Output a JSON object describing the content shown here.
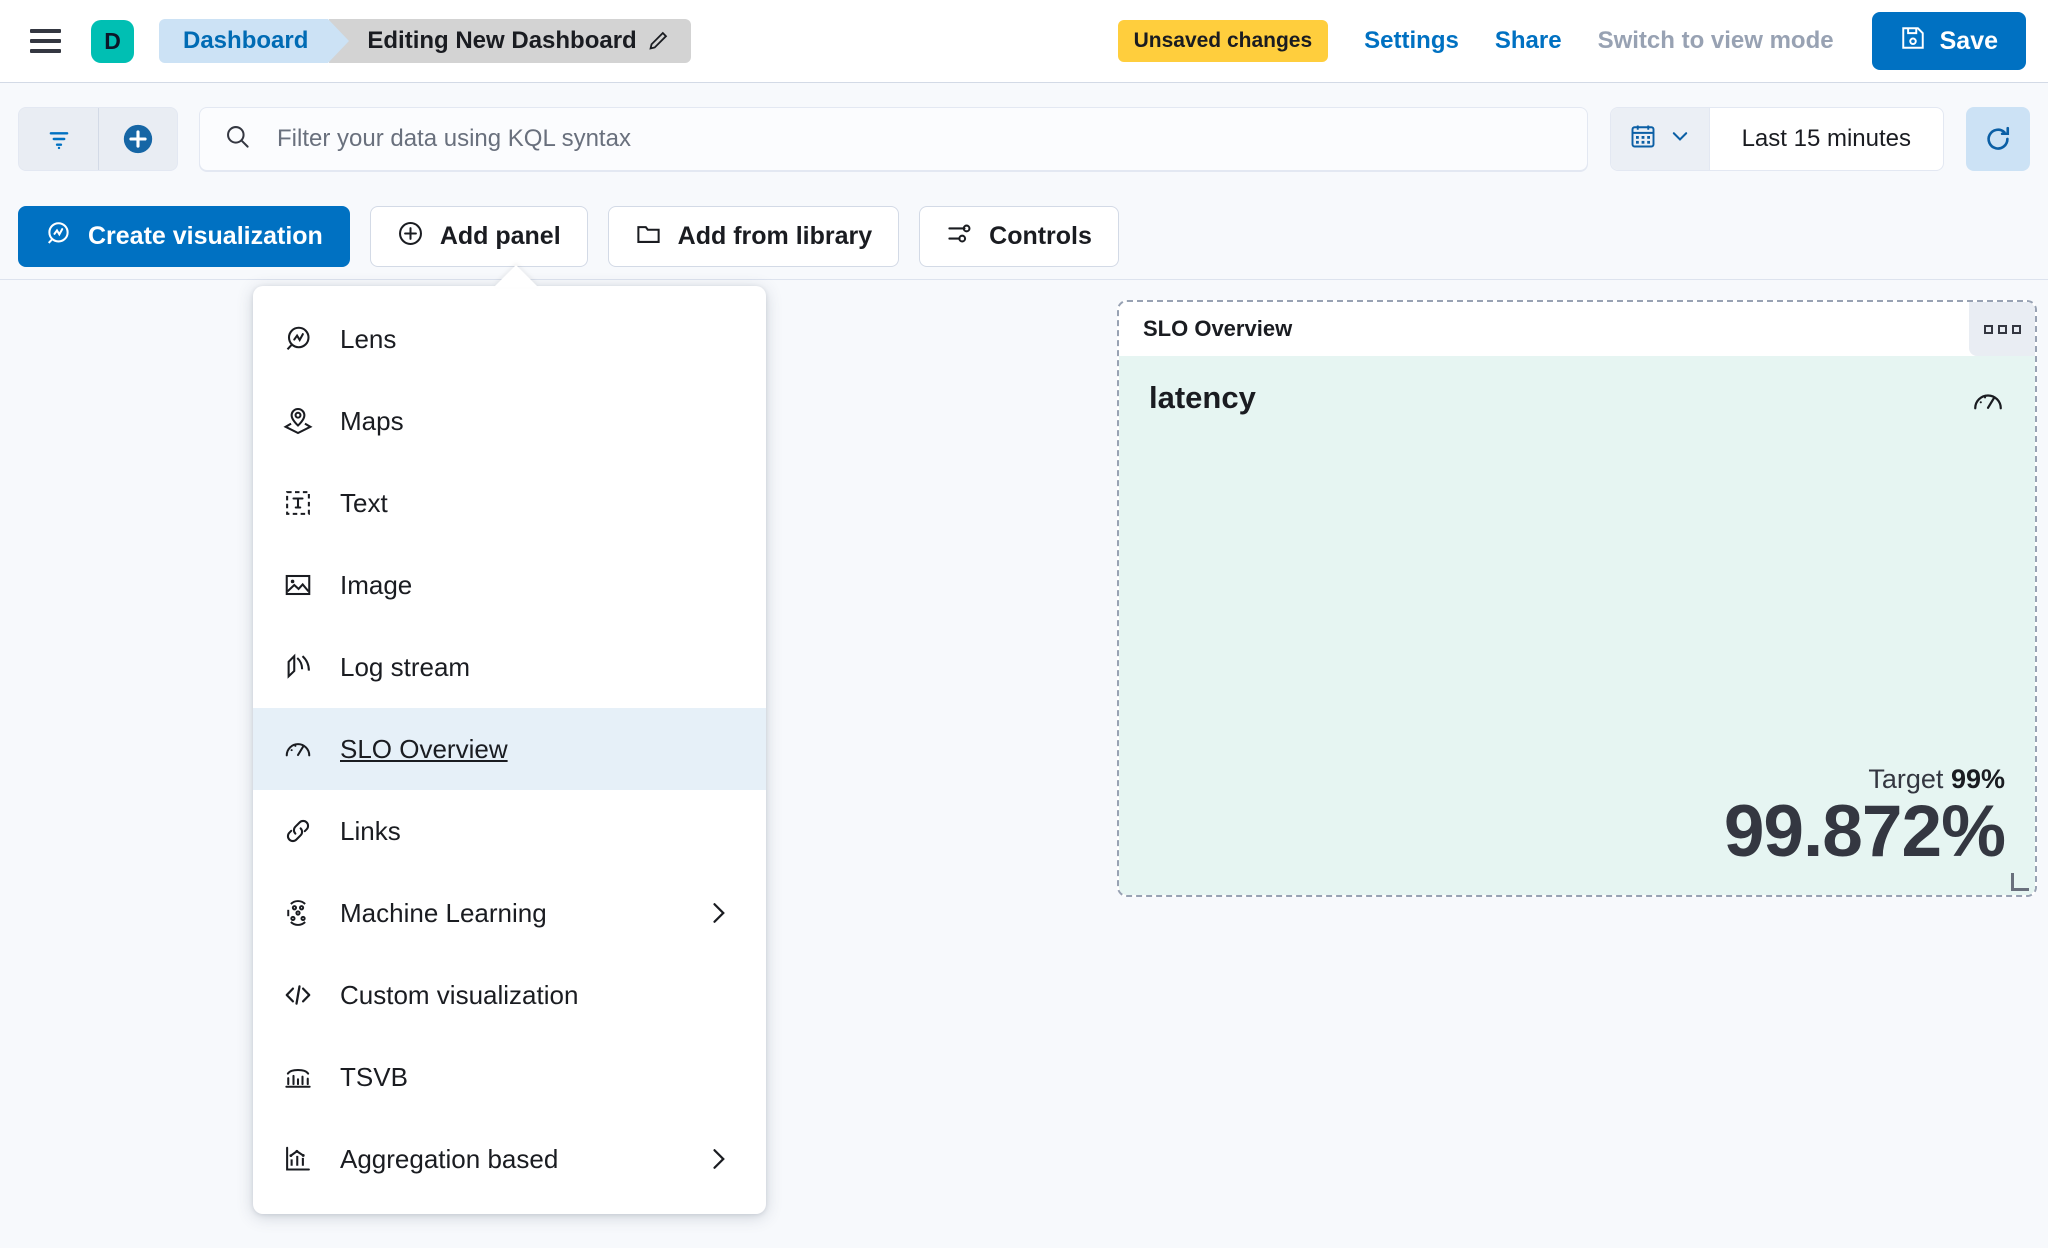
{
  "header": {
    "menu_icon": "hamburger-menu-icon",
    "space_avatar": "D",
    "breadcrumbs": [
      {
        "label": "Dashboard"
      },
      {
        "label": "Editing New Dashboard",
        "icon": "pencil-icon"
      }
    ],
    "unsaved_badge": "Unsaved changes",
    "settings_label": "Settings",
    "share_label": "Share",
    "view_mode_label": "Switch to view mode",
    "save_label": "Save",
    "save_icon": "save-disk-icon"
  },
  "query_bar": {
    "filter_icon": "filter-icon",
    "add_filter_icon": "plus-circle-icon",
    "search_icon": "search-icon",
    "search_placeholder": "Filter your data using KQL syntax",
    "search_value": "",
    "calendar_icon": "calendar-icon",
    "chevron_icon": "chevron-down-icon",
    "time_range": "Last 15 minutes",
    "refresh_icon": "refresh-icon"
  },
  "toolbar": {
    "create_visualization": "Create visualization",
    "create_visualization_icon": "lens-icon",
    "add_panel": "Add panel",
    "add_panel_icon": "plus-circle-icon",
    "add_from_library": "Add from library",
    "add_from_library_icon": "folder-icon",
    "controls": "Controls",
    "controls_icon": "sliders-icon"
  },
  "add_panel_menu": {
    "items": [
      {
        "label": "Lens",
        "icon": "lens-icon",
        "selected": false,
        "has_submenu": false
      },
      {
        "label": "Maps",
        "icon": "map-marker-icon",
        "selected": false,
        "has_submenu": false
      },
      {
        "label": "Text",
        "icon": "text-box-icon",
        "selected": false,
        "has_submenu": false
      },
      {
        "label": "Image",
        "icon": "image-icon",
        "selected": false,
        "has_submenu": false
      },
      {
        "label": "Log stream",
        "icon": "logs-icon",
        "selected": false,
        "has_submenu": false
      },
      {
        "label": "SLO Overview",
        "icon": "gauge-icon",
        "selected": true,
        "has_submenu": false
      },
      {
        "label": "Links",
        "icon": "link-icon",
        "selected": false,
        "has_submenu": false
      },
      {
        "label": "Machine Learning",
        "icon": "ml-icon",
        "selected": false,
        "has_submenu": true
      },
      {
        "label": "Custom visualization",
        "icon": "code-icon",
        "selected": false,
        "has_submenu": false
      },
      {
        "label": "TSVB",
        "icon": "tsvb-icon",
        "selected": false,
        "has_submenu": false
      },
      {
        "label": "Aggregation based",
        "icon": "bar-chart-icon",
        "selected": false,
        "has_submenu": true
      }
    ]
  },
  "slo_panel": {
    "title": "SLO Overview",
    "menu_icon": "panel-context-menu-icon",
    "slo_name": "latency",
    "slo_icon": "gauge-icon",
    "target_label": "Target",
    "target_value": "99%",
    "current_value": "99.872%",
    "resize_handle": "resize-handle-icon"
  },
  "colors": {
    "accent_blue": "#0071C2",
    "warning_yellow": "#FFCE3D",
    "space_teal": "#00BFB3",
    "slo_healthy_bg": "#E6F5F2",
    "selected_menu_bg": "#E6F0F8"
  }
}
